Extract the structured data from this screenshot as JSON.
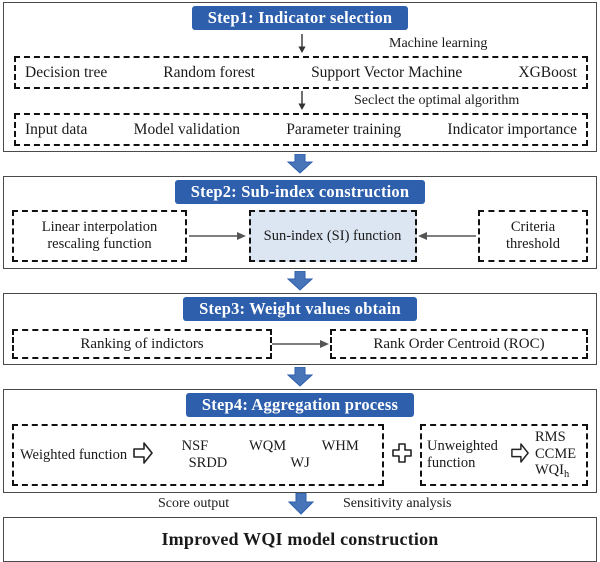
{
  "diagram": {
    "title": "Improved WQI model construction workflow",
    "accent_color": "#2E5FAC",
    "fill_color": "#DCE6F2",
    "border_color": "#4a4a4a"
  },
  "steps": [
    {
      "id": "step1",
      "header": "Step1: Indicator selection",
      "note_top": "Machine learning",
      "note_mid": "Seclect the optimal algorithm",
      "row1": [
        "Decision tree",
        "Random forest",
        "Support Vector Machine",
        "XGBoost"
      ],
      "row2": [
        "Input data",
        "Model validation",
        "Parameter training",
        "Indicator importance"
      ]
    },
    {
      "id": "step2",
      "header": "Step2: Sub-index construction",
      "left": "Linear interpolation rescaling function",
      "center": "Sun-index (SI) function",
      "right": "Criteria threshold"
    },
    {
      "id": "step3",
      "header": "Step3: Weight values obtain",
      "left": "Ranking of indictors",
      "right": "Rank Order Centroid (ROC)"
    },
    {
      "id": "step4",
      "header": "Step4: Aggregation process",
      "weighted_label": "Weighted function",
      "weighted_row1": [
        "NSF",
        "WQM",
        "WHM"
      ],
      "weighted_row2": [
        "SRDD",
        "WJ"
      ],
      "unweighted_label": "Unweighted function",
      "unweighted_items": [
        "RMS",
        "CCME",
        "WQI"
      ],
      "unweighted_subscript": "h"
    }
  ],
  "bottom": {
    "note_left": "Score output",
    "note_right": "Sensitivity analysis",
    "result": "Improved WQI model construction"
  }
}
